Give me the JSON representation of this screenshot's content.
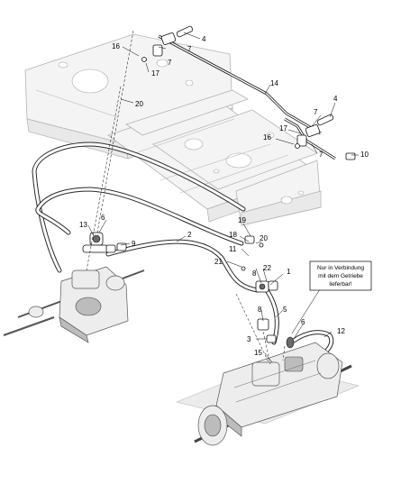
{
  "callouts": {
    "c1": "1",
    "c2": "2",
    "c3": "3",
    "c4a": "4",
    "c4b": "4",
    "c5": "5",
    "c6a": "6",
    "c6b": "6",
    "c7a": "7",
    "c7b": "7",
    "c7c": "7",
    "c7d": "7",
    "c8a": "8",
    "c8b": "8",
    "c9": "9",
    "c10": "10",
    "c11": "11",
    "c12": "12",
    "c13": "13",
    "c14": "14",
    "c15": "15",
    "c16a": "16",
    "c16b": "16",
    "c17a": "17",
    "c17b": "17",
    "c18": "18",
    "c19": "19",
    "c20a": "20",
    "c20b": "20",
    "c21": "21",
    "c22": "22"
  },
  "note": {
    "line1": "Nur in Verbindung",
    "line2": "mit dem Getriebe",
    "line3": "lieferbar!"
  }
}
